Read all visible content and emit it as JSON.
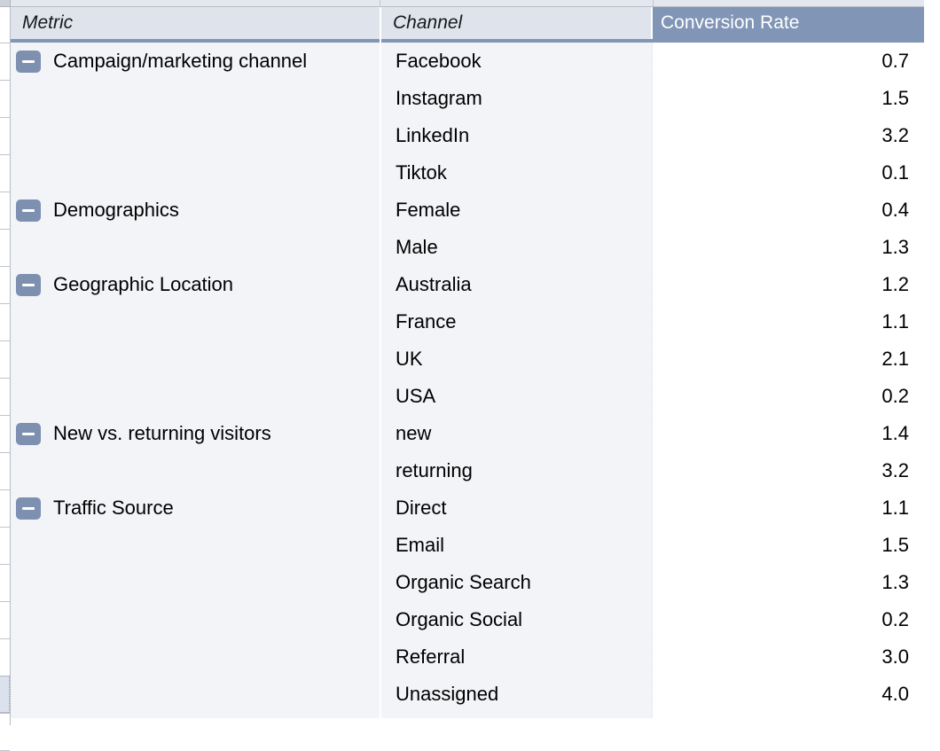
{
  "table": {
    "columns": [
      {
        "id": "metric",
        "label": "Metric",
        "style": "italic",
        "active": false,
        "align": "left"
      },
      {
        "id": "channel",
        "label": "Channel",
        "style": "italic",
        "active": false,
        "align": "left"
      },
      {
        "id": "conversion_rate",
        "label": "Conversion Rate",
        "style": "normal",
        "active": true,
        "align": "left"
      }
    ],
    "colors": {
      "header_background": "#dfe4ec",
      "header_active_background": "#8195b6",
      "header_active_text": "#ffffff",
      "header_underline": "#8195b6",
      "row_band_background": "#f3f4f7",
      "value_column_background": "#ffffff",
      "toggle_background": "#7d90b0",
      "gutter_selection": "#dbe2ee"
    },
    "toggle_icon": "collapse-minus-icon",
    "rows": [
      {
        "metric": "Campaign/marketing channel",
        "has_toggle": true,
        "channel": "Facebook",
        "conversion_rate": "0.7"
      },
      {
        "metric": "",
        "has_toggle": false,
        "channel": "Instagram",
        "conversion_rate": "1.5"
      },
      {
        "metric": "",
        "has_toggle": false,
        "channel": "LinkedIn",
        "conversion_rate": "3.2"
      },
      {
        "metric": "",
        "has_toggle": false,
        "channel": "Tiktok",
        "conversion_rate": "0.1"
      },
      {
        "metric": "Demographics",
        "has_toggle": true,
        "channel": "Female",
        "conversion_rate": "0.4"
      },
      {
        "metric": "",
        "has_toggle": false,
        "channel": "Male",
        "conversion_rate": "1.3"
      },
      {
        "metric": "Geographic Location",
        "has_toggle": true,
        "channel": "Australia",
        "conversion_rate": "1.2"
      },
      {
        "metric": "",
        "has_toggle": false,
        "channel": "France",
        "conversion_rate": "1.1"
      },
      {
        "metric": "",
        "has_toggle": false,
        "channel": "UK",
        "conversion_rate": "2.1"
      },
      {
        "metric": "",
        "has_toggle": false,
        "channel": "USA",
        "conversion_rate": "0.2"
      },
      {
        "metric": "New vs. returning visitors",
        "has_toggle": true,
        "channel": "new",
        "conversion_rate": "1.4"
      },
      {
        "metric": "",
        "has_toggle": false,
        "channel": "returning",
        "conversion_rate": "3.2"
      },
      {
        "metric": "Traffic Source",
        "has_toggle": true,
        "channel": "Direct",
        "conversion_rate": "1.1"
      },
      {
        "metric": "",
        "has_toggle": false,
        "channel": "Email",
        "conversion_rate": "1.5"
      },
      {
        "metric": "",
        "has_toggle": false,
        "channel": "Organic Search",
        "conversion_rate": "1.3"
      },
      {
        "metric": "",
        "has_toggle": false,
        "channel": "Organic Social",
        "conversion_rate": "0.2"
      },
      {
        "metric": "",
        "has_toggle": false,
        "channel": "Referral",
        "conversion_rate": "3.0"
      },
      {
        "metric": "",
        "has_toggle": false,
        "channel": "Unassigned",
        "conversion_rate": "4.0"
      }
    ]
  },
  "chart_data": {
    "type": "table",
    "title": "",
    "columns": [
      "Metric",
      "Channel",
      "Conversion Rate"
    ],
    "groups": [
      {
        "metric": "Campaign/marketing channel",
        "categories": [
          "Facebook",
          "Instagram",
          "LinkedIn",
          "Tiktok"
        ],
        "values": [
          0.7,
          1.5,
          3.2,
          0.1
        ]
      },
      {
        "metric": "Demographics",
        "categories": [
          "Female",
          "Male"
        ],
        "values": [
          0.4,
          1.3
        ]
      },
      {
        "metric": "Geographic Location",
        "categories": [
          "Australia",
          "France",
          "UK",
          "USA"
        ],
        "values": [
          1.2,
          1.1,
          2.1,
          0.2
        ]
      },
      {
        "metric": "New vs. returning visitors",
        "categories": [
          "new",
          "returning"
        ],
        "values": [
          1.4,
          3.2
        ]
      },
      {
        "metric": "Traffic Source",
        "categories": [
          "Direct",
          "Email",
          "Organic Search",
          "Organic Social",
          "Referral",
          "Unassigned"
        ],
        "values": [
          1.1,
          1.5,
          1.3,
          0.2,
          3.0,
          4.0
        ]
      }
    ],
    "ylabel": "Conversion Rate",
    "xlabel": "Channel"
  }
}
